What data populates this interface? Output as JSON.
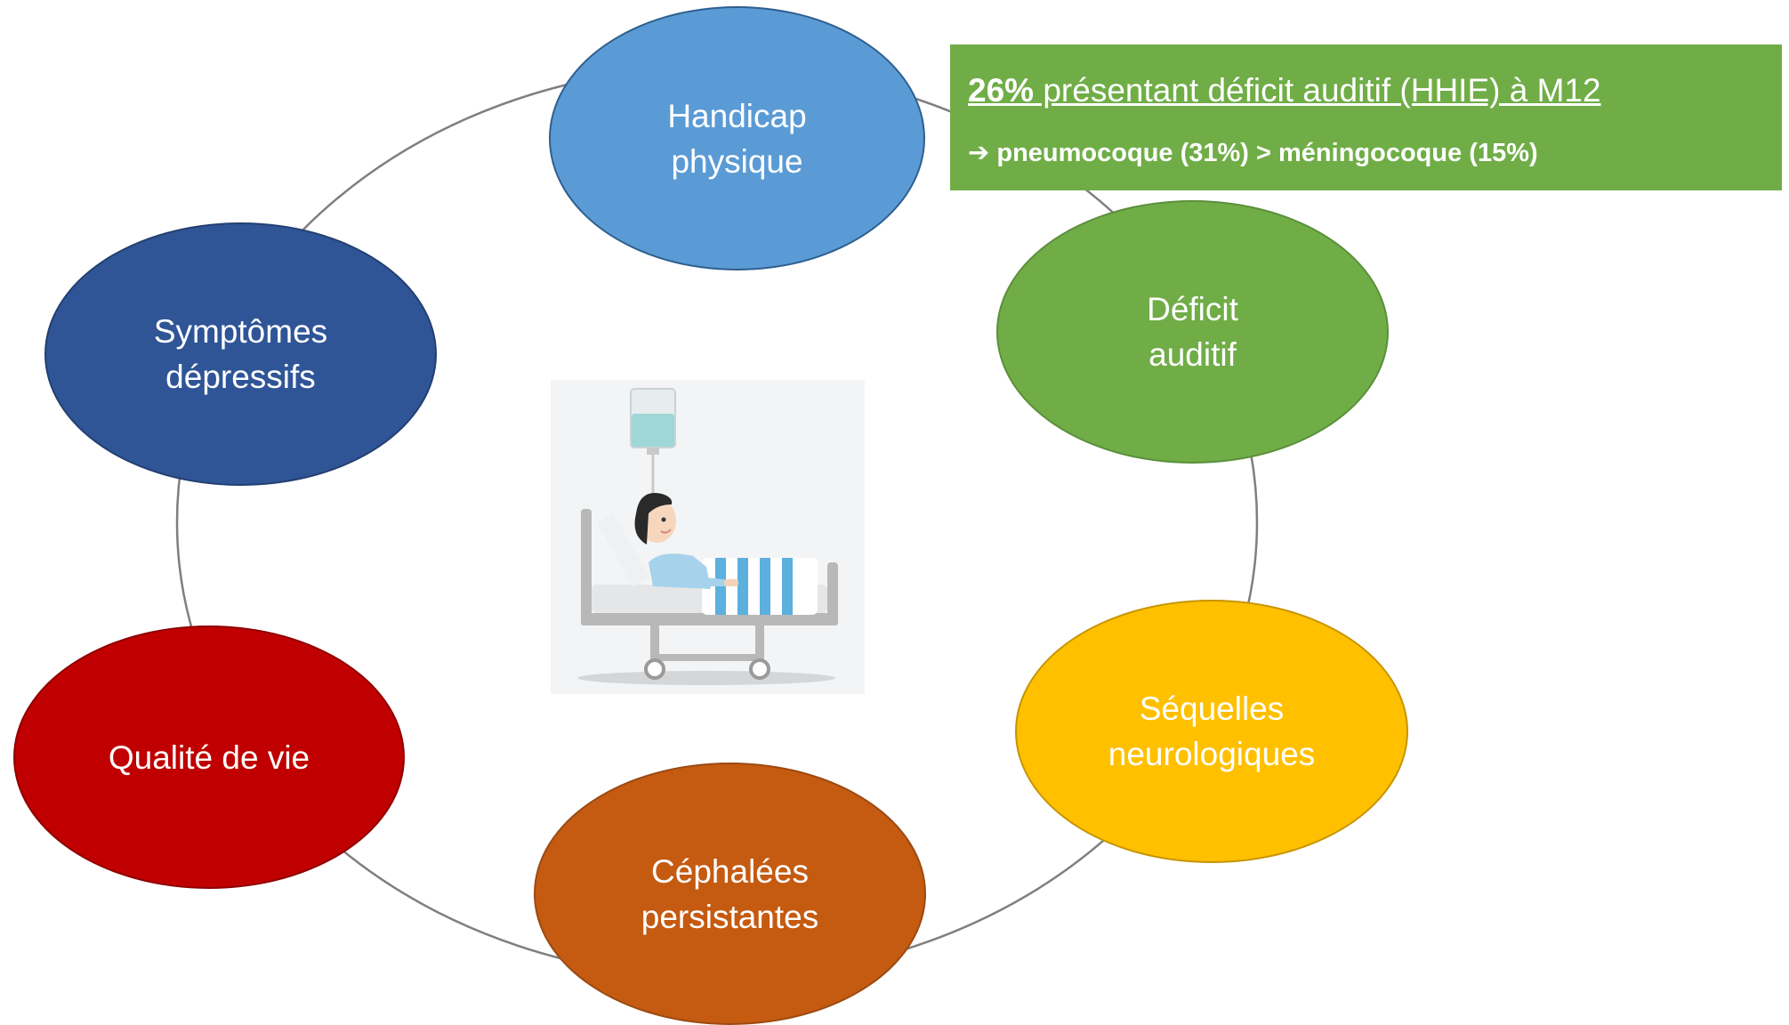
{
  "nodes": {
    "handicap": {
      "label": "Handicap\nphysique",
      "color": "#5b9bd5"
    },
    "deficit": {
      "label": "Déficit\nauditif",
      "color": "#70ad47"
    },
    "sequelles": {
      "label": "Séquelles\nneurologiques",
      "color": "#ffc000"
    },
    "cephalees": {
      "label": "Céphalées\npersistantes",
      "color": "#c55a11"
    },
    "qualite": {
      "label": "Qualité de vie",
      "color": "#c00000"
    },
    "symptomes": {
      "label": "Symptômes\ndépressifs",
      "color": "#2f5597"
    }
  },
  "callout": {
    "percent": "26%",
    "text": " présentant déficit auditif (HHIE) à M12",
    "arrow": "➔",
    "detail": " pneumocoque (31%) > méningocoque (15%)",
    "color": "#70ad47"
  },
  "illustration": {
    "icon": "patient-in-hospital-bed-icon",
    "description_colors": {
      "bed": "#b8b8b8",
      "blanket": "#5bb0de",
      "iv": "#9fd6d6"
    }
  }
}
